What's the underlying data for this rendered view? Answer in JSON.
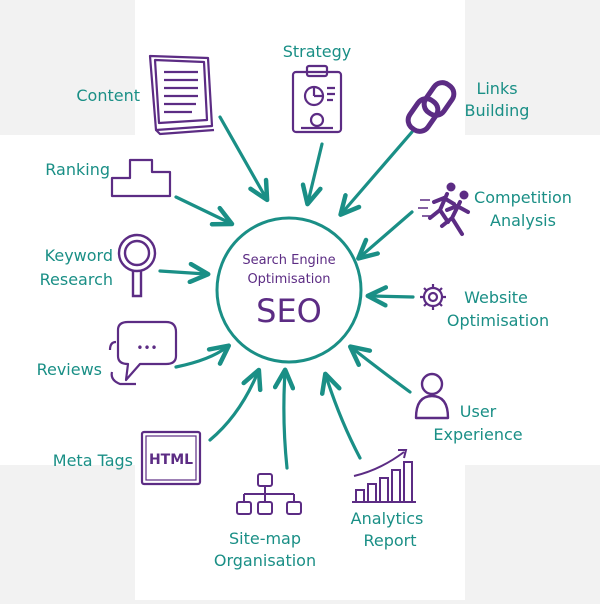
{
  "colors": {
    "teal": "#1a8f86",
    "purple": "#5c2c84",
    "background": "#ffffff",
    "frame": "#f2f2f2"
  },
  "center": {
    "line1": "Search Engine",
    "line2": "Optimisation",
    "acronym": "SEO"
  },
  "topics": {
    "strategy": "Strategy",
    "content": "Content",
    "links_1": "Links",
    "links_2": "Building",
    "ranking": "Ranking",
    "competition_1": "Competition",
    "competition_2": "Analysis",
    "keyword_1": "Keyword",
    "keyword_2": "Research",
    "website_1": "Website",
    "website_2": "Optimisation",
    "reviews": "Reviews",
    "ux_1": "User",
    "ux_2": "Experience",
    "meta_tags": "Meta Tags",
    "sitemap_1": "Site-map",
    "sitemap_2": "Organisation",
    "analytics_1": "Analytics",
    "analytics_2": "Report"
  },
  "icons": {
    "strategy": "clipboard-chart-icon",
    "content": "document-icon",
    "links": "chain-link-icon",
    "ranking": "podium-icon",
    "competition": "runners-icon",
    "keyword": "magnifier-icon",
    "website": "gear-icon",
    "reviews": "speech-bubble-icon",
    "ux": "user-icon",
    "meta_tags": "html-icon",
    "sitemap": "sitemap-icon",
    "analytics": "bar-chart-icon"
  },
  "html_icon_text": "HTML",
  "bubble_dots": "•••"
}
